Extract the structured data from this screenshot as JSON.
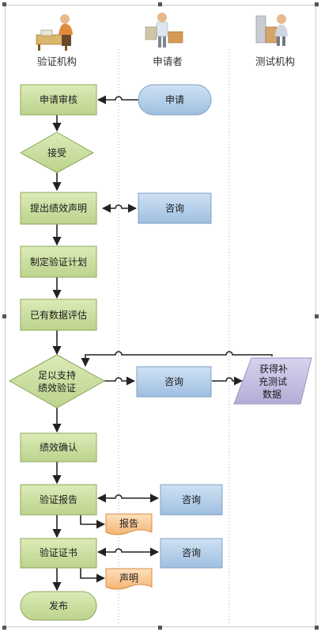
{
  "lanes": [
    {
      "id": "lane-verifier",
      "label": "验证机构"
    },
    {
      "id": "lane-applicant",
      "label": "申请者"
    },
    {
      "id": "lane-testlab",
      "label": "测试机构"
    }
  ],
  "nodes": {
    "apply_review": "申请审核",
    "accept": "接受",
    "propose_claim": "提出绩效声明",
    "make_plan": "制定验证计划",
    "existing_data": "已有数据评估",
    "enough_support_1": "足以支持",
    "enough_support_2": "绩效验证",
    "confirm": "绩效确认",
    "report": "验证报告",
    "certificate": "验证证书",
    "publish": "发布",
    "apply": "申请",
    "consult_1": "咨询",
    "consult_2": "咨询",
    "consult_3": "咨询",
    "consult_4": "咨询",
    "extra_data_1": "获得补",
    "extra_data_2": "充测试",
    "extra_data_3": "数据",
    "doc_report": "报告",
    "doc_statement": "声明"
  },
  "colors": {
    "process_fill": "#cfe0a6",
    "process_stroke": "#8ea85a",
    "applicant_fill": "#b7cfe8",
    "applicant_stroke": "#7fa0c4",
    "data_fill": "#c7c1e2",
    "doc_fill": "#f8c896",
    "doc_stroke": "#d88a3c"
  }
}
